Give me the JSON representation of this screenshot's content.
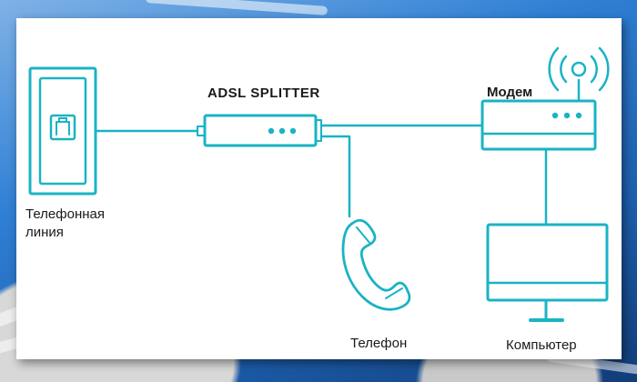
{
  "diagram": {
    "line_label": "Телефонная линия",
    "splitter_label": "ADSL SPLITTER",
    "modem_label": "Модем",
    "phone_label": "Телефон",
    "computer_label": "Компьютер"
  },
  "colors": {
    "stroke": "#1ab3c4",
    "background_blue": "#2a7fd0"
  },
  "icons": [
    "phone-socket-icon",
    "splitter-icon",
    "modem-icon",
    "antenna-icon",
    "telephone-handset-icon",
    "monitor-icon"
  ]
}
